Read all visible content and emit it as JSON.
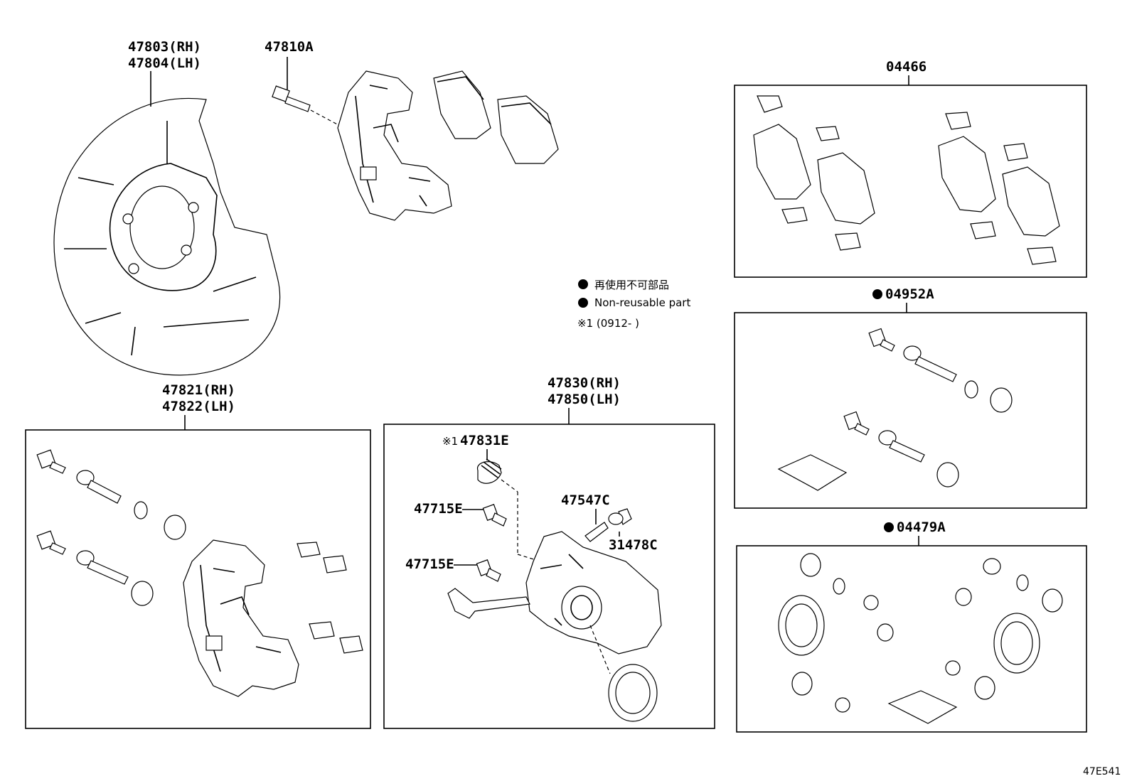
{
  "labels": {
    "backing_plate_rh": "47803(RH)",
    "backing_plate_lh": "47804(LH)",
    "bolt": "47810A",
    "pad_kit": "04466",
    "mounting_rh": "47821(RH)",
    "mounting_lh": "47822(LH)",
    "caliper_rh": "47830(RH)",
    "caliper_lh": "47850(LH)",
    "spring": "47831E",
    "spring_mark": "※1",
    "bleeder": "47547C",
    "cap": "31478C",
    "pin_bolt_a": "47715E",
    "pin_bolt_b": "47715E",
    "slide_kit": "04952A",
    "seal_kit": "04479A",
    "diagram_id": "47E541"
  },
  "legend": {
    "jp": "再使用不可部品",
    "en": "Non-reusable part",
    "note": "※1 (0912-      )"
  }
}
